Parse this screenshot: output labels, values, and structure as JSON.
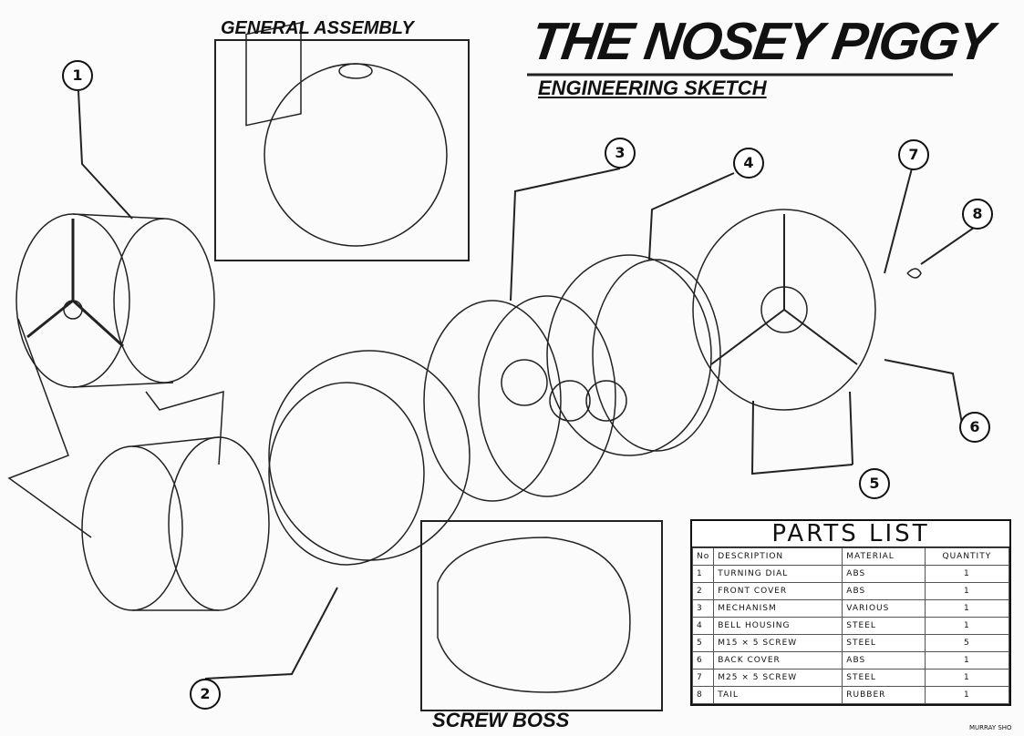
{
  "title": "THE NOSEY PIGGY",
  "subtitle": "ENGINEERING SKETCH",
  "general_assembly_label": "GENERAL ASSEMBLY",
  "screw_boss_label": "SCREW BOSS",
  "callouts": [
    "1",
    "2",
    "3",
    "4",
    "5",
    "6",
    "7",
    "8"
  ],
  "parts_list": {
    "heading": "PARTS LIST",
    "columns": [
      "No",
      "DESCRIPTION",
      "MATERIAL",
      "QUANTITY"
    ],
    "rows": [
      [
        "1",
        "TURNING DIAL",
        "ABS",
        "1"
      ],
      [
        "2",
        "FRONT COVER",
        "ABS",
        "1"
      ],
      [
        "3",
        "MECHANISM",
        "VARIOUS",
        "1"
      ],
      [
        "4",
        "BELL HOUSING",
        "STEEL",
        "1"
      ],
      [
        "5",
        "M15 × 5 SCREW",
        "STEEL",
        "5"
      ],
      [
        "6",
        "BACK COVER",
        "ABS",
        "1"
      ],
      [
        "7",
        "M25 × 5 SCREW",
        "STEEL",
        "1"
      ],
      [
        "8",
        "TAIL",
        "RUBBER",
        "1"
      ]
    ]
  },
  "credit": "MURRAY SHO"
}
